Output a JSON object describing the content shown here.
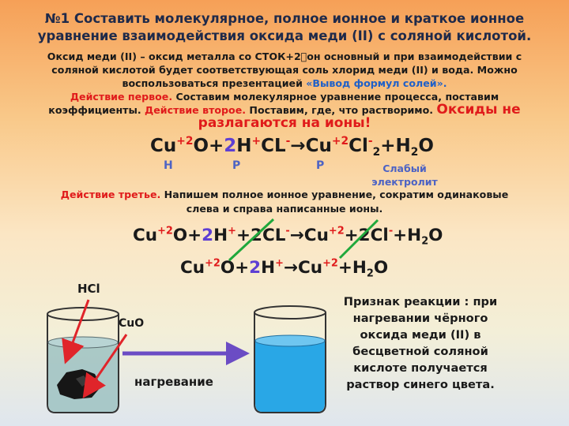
{
  "title": "№1 Составить молекулярное, полное ионное и краткое ионное уравнение взаимодействия оксида меди (II) с соляной кислотой.",
  "para1": {
    "line1": "Оксид меди (II) – оксид металла со СТОК+2􀀀он основный и при взаимодействии с",
    "line2": "соляной кислотой будет соответствующая соль хлорид меди (II) и вода. Можно",
    "line3_a": "воспользоваться презентацией ",
    "line3_b": "«Вывод формул солей».",
    "step1": "Действие первое.",
    "step1_text_a": " Составим молекулярное уравнение процесса, поставим",
    "step1_text_b": "коэффициенты. ",
    "step2": "Действие второе.",
    "step2_text": " Поставим, где, что растворимо. ",
    "oxides_a": "Оксиды не",
    "oxides_b": "разлагаются на ионы!"
  },
  "eq1": {
    "cu": "Cu",
    "cu_ox": "+2",
    "o": "O+",
    "coef": "2",
    "h": "H",
    "h_ox": "+",
    "cl": "CL",
    "cl_ox": "-",
    "arrow": "→",
    "cu2": "Cu",
    "cu2_ox": "+2",
    "cl2": "Cl",
    "cl2_ox": "-",
    "cl2_sub": "2",
    "plus": "+H",
    "h_sub": "2",
    "o2": "O"
  },
  "solubility": {
    "n": "Н",
    "r1": "Р",
    "r2": "Р",
    "weak": "Слабый электролит"
  },
  "para3": {
    "step3": "Действие третье.",
    "text": " Напишем полное ионное уравнение, сократим одинаковые слева и справа написанные ионы."
  },
  "eq2": {
    "cu": "Cu",
    "cu_ox": "+2",
    "o": "O+",
    "coef": "2",
    "h": "H",
    "h_ox": "+",
    "plus2": "+2",
    "cl": "CL",
    "cl_ox": "-",
    "arrow": "→",
    "cu2": "Cu",
    "cu2_ox": "+2",
    "plus3": "+2",
    "cl2": "Cl",
    "cl2_ox": "-",
    "plus4": "+H",
    "h_sub": "2",
    "o2": "O"
  },
  "eq3": {
    "cu": "Cu",
    "cu_ox": "+2",
    "o": "O+",
    "coef": "2",
    "h": "H",
    "h_ox": "+",
    "arrow": "→",
    "cu2": "Cu",
    "cu2_ox": "+2",
    "plus": "+H",
    "h_sub": "2",
    "o2": "O"
  },
  "labels": {
    "hcl": "HCl",
    "cuo": "CuO",
    "heating": "нагревание"
  },
  "sign": "Признак реакции : при нагревании чёрного оксида меди (II) в бесцветной соляной кислоте получается раствор синего цвета.",
  "colors": {
    "blue_text": "#1f60c8",
    "red_text": "#e01b1b",
    "arrow_red": "#e0242a",
    "cross_green": "#1fa83c",
    "arrow_purple": "#6b4cc4",
    "solution_blue": "#29a7e6"
  }
}
